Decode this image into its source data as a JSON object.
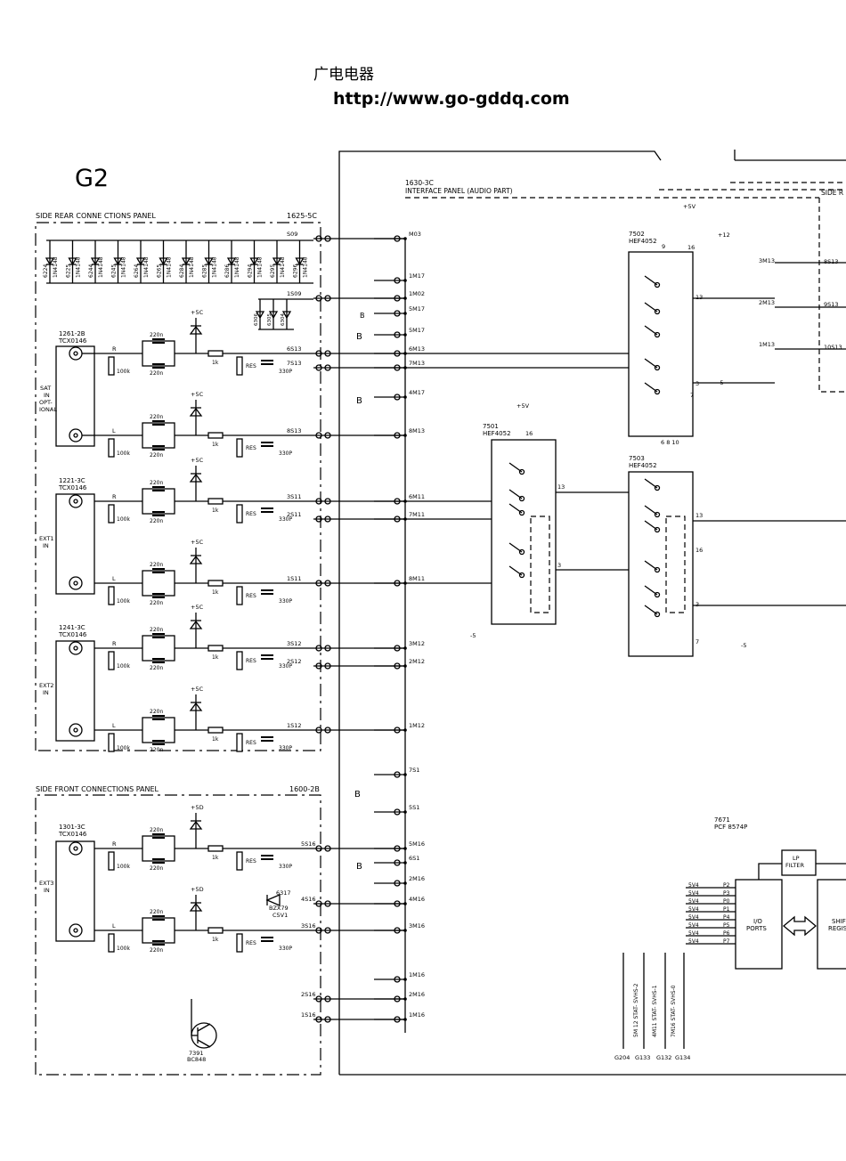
{
  "watermark": {
    "cn": "广电电器",
    "url": "http://www.go-gddq.com"
  },
  "sheet_id": "G2",
  "panels": {
    "rear": {
      "title": "SIDE REAR CONNE CTIONS PANEL",
      "code": "1625-5C"
    },
    "front": {
      "title": "SIDE FRONT CONNECTIONS PANEL",
      "code": "1600-2B"
    },
    "interface": {
      "code": "1630-3C",
      "title": "INTERFACE PANEL (AUDIO PART)"
    },
    "right_cut": "SIDE R"
  },
  "connectors": {
    "c1": {
      "ref": "1261-2B",
      "type": "TCX0146",
      "label1": "SAT",
      "label2": "IN",
      "label3": "OPT-",
      "label4": "IONAL"
    },
    "c2": {
      "ref": "1221-3C",
      "type": "TCX0146",
      "label1": "EXT1",
      "label2": "IN"
    },
    "c3": {
      "ref": "1241-3C",
      "type": "TCX0146",
      "label1": "EXT2",
      "label2": "IN"
    },
    "c4": {
      "ref": "1301-3C",
      "type": "TCX0146",
      "label1": "EXT3",
      "label2": "IN"
    }
  },
  "diodes": [
    "6224",
    "6225",
    "6244",
    "6245",
    "6264",
    "6265",
    "6284",
    "6285",
    "6286",
    "6294",
    "6295",
    "6296"
  ],
  "diode_type": "1N4148",
  "diodes2": [
    "6306",
    "6305",
    "6304"
  ],
  "labels": {
    "plus5c": "+5C",
    "plus5d": "+5D",
    "plus5": "+5V",
    "plus12": "+12",
    "minus5": "-5",
    "b": "B",
    "r": "R",
    "l": "L",
    "cap220n": "220n",
    "res100k": "100k",
    "res1k": "1k",
    "res": "RES",
    "c330p": "330P"
  },
  "rear_lines": [
    "S09",
    "1S09",
    "6S13",
    "7S13",
    "8S13",
    "3S11",
    "2S11",
    "1S11",
    "3S12",
    "2S12",
    "1S12"
  ],
  "front_lines": [
    "5S16",
    "4S16",
    "3S16",
    "2S16",
    "1S16"
  ],
  "interface_pins": [
    "M03",
    "1M17",
    "1M02",
    "5M17",
    "5M17",
    "6M13",
    "7M13",
    "4M17",
    "8M13",
    "6M11",
    "7M11",
    "8M11",
    "3M12",
    "2M12",
    "1M12",
    "7S1",
    "5S1",
    "5M16",
    "6S1",
    "2M16",
    "4M16",
    "3M16",
    "1M16",
    "2M16",
    "1M16"
  ],
  "ics": {
    "u7502": {
      "ref": "7502",
      "type": "HEF4052"
    },
    "u7501": {
      "ref": "7501",
      "type": "HEF4052"
    },
    "u7503": {
      "ref": "7503",
      "type": "HEF4052"
    },
    "u7671": {
      "ref": "7671",
      "type": "PCF 8574P"
    }
  },
  "io": {
    "ports": "I/O",
    "ports2": "PORTS",
    "lp": "LP",
    "lp2": "FILTER",
    "shift": "SHIF",
    "shift2": "REGIS"
  },
  "bottom_nets": [
    "G204",
    "G133",
    "G132",
    "G134"
  ],
  "stat_labels": [
    "5M 12 STAT- SVHS-2",
    "4M11 STAT- SVHS-1",
    "7M16 STAT- SVHS-0"
  ],
  "transistor": {
    "ref": "7391",
    "type": "BC848"
  },
  "zener": {
    "ref": "6317",
    "type": "BZX79",
    "val": "C5V1"
  },
  "rnet": [
    "3M13",
    "2M13",
    "1M13"
  ],
  "ronet": [
    "8S13",
    "9S13",
    "10S13"
  ]
}
